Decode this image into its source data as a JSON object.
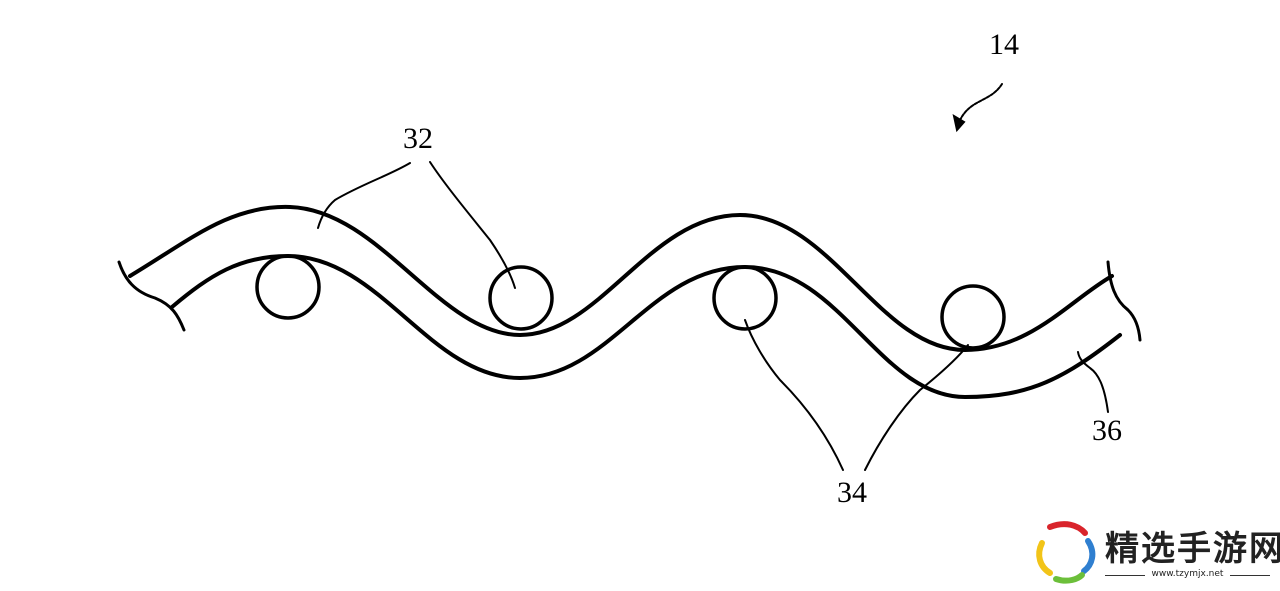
{
  "labels": {
    "ref_14": "14",
    "ref_32": "32",
    "ref_34": "34",
    "ref_36": "36"
  },
  "watermark": {
    "name": "精选手游网",
    "url": "www.tzymjx.net",
    "colors": [
      "#d9242b",
      "#2f7fd0",
      "#f2c418",
      "#6cbf3a"
    ]
  }
}
